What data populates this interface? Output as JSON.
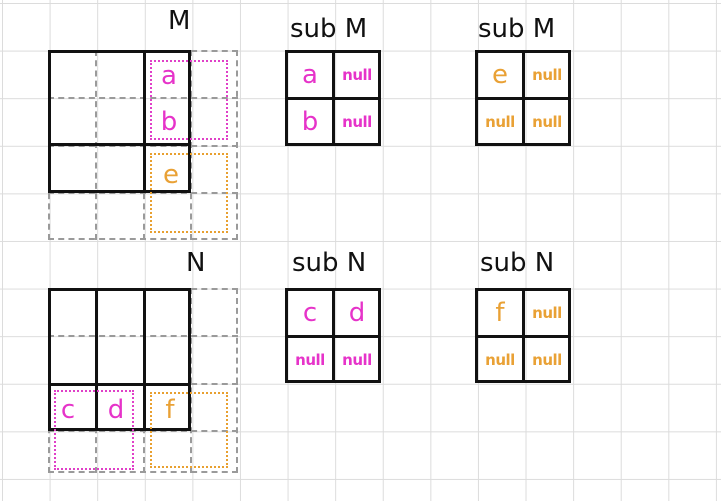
{
  "colors": {
    "pink": "#e633c9",
    "orange": "#e9a135",
    "ink": "#111111",
    "grid": "#dcdcdc",
    "dashed": "#9a9a9a"
  },
  "matrix_m": {
    "title": "M",
    "a": "a",
    "b": "b",
    "e": "e"
  },
  "matrix_n": {
    "title": "N",
    "c": "c",
    "d": "d",
    "f": "f"
  },
  "sub_m_1": {
    "title": "sub M",
    "cells": [
      "a",
      "null",
      "b",
      "null"
    ]
  },
  "sub_m_2": {
    "title": "sub M",
    "cells": [
      "e",
      "null",
      "null",
      "null"
    ]
  },
  "sub_n_1": {
    "title": "sub N",
    "cells": [
      "c",
      "d",
      "null",
      "null"
    ]
  },
  "sub_n_2": {
    "title": "sub N",
    "cells": [
      "f",
      "null",
      "null",
      "null"
    ]
  }
}
